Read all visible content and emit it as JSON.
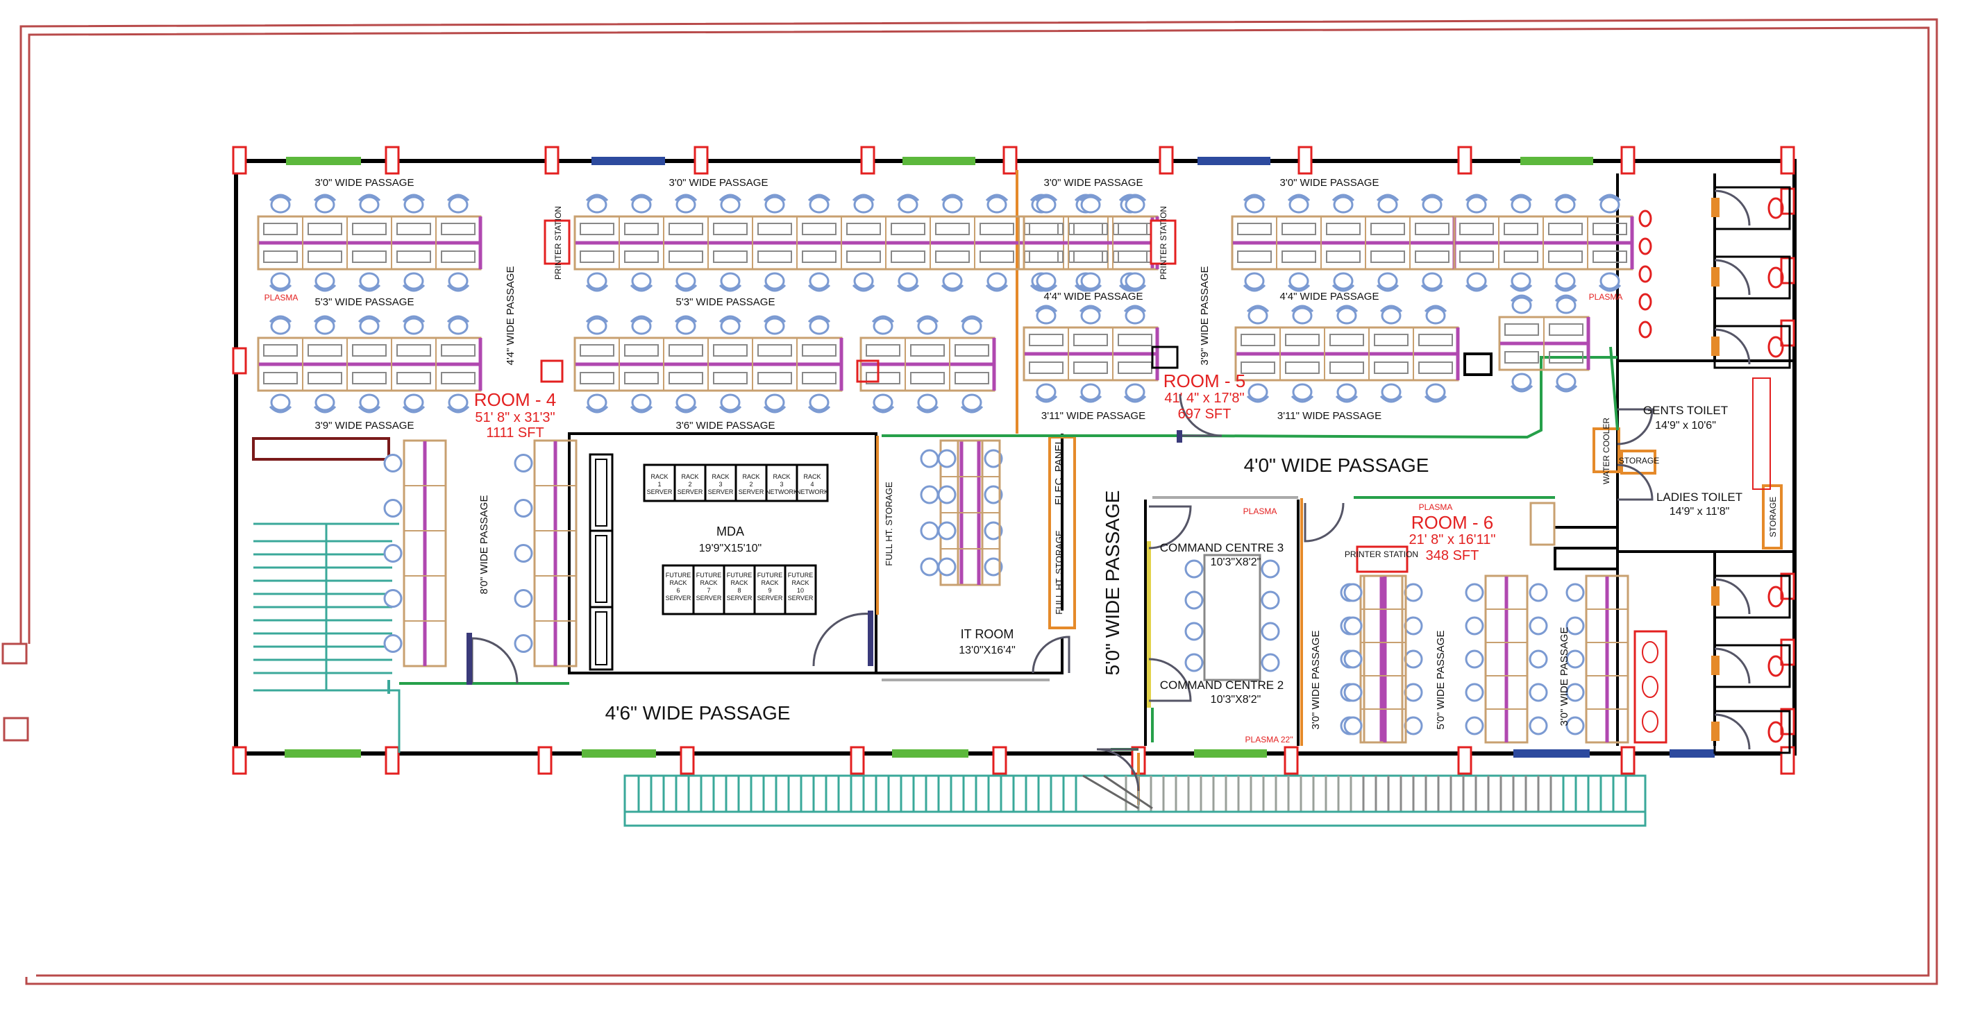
{
  "colors": {
    "wall": "#000000",
    "boundary": "#b84a4a",
    "column": "#e32020",
    "desk": "#c8a070",
    "partition": "#b048b0",
    "chair": "#7b9ad2",
    "stairs": "#3aa89a",
    "orange": "#e58a2a",
    "green_window": "#5cb83c",
    "blue_window": "#2d4a9e",
    "door": "#555566",
    "room_label": "#e32020"
  },
  "rooms": {
    "room4": {
      "title": "ROOM - 4",
      "size": "51' 8\" x 31'3\"",
      "area": "1111 SFT"
    },
    "room5": {
      "title": "ROOM - 5",
      "size": "41' 4\" x 17'8\"",
      "area": "697 SFT"
    },
    "room6": {
      "title": "ROOM - 6",
      "size": "21' 8\" x 16'11\"",
      "area": "348 SFT"
    },
    "mda": {
      "title": "MDA",
      "size": "19'9\"X15'10\""
    },
    "it_room": {
      "title": "IT ROOM",
      "size": "13'0\"X16'4\""
    },
    "cmd3": {
      "title": "COMMAND CENTRE 3",
      "size": "10'3\"X8'2\""
    },
    "cmd2": {
      "title": "COMMAND CENTRE 2",
      "size": "10'3\"X8'2\""
    },
    "gents": {
      "title": "GENTS TOILET",
      "size": "14'9\" x 10'6\""
    },
    "ladies": {
      "title": "LADIES TOILET",
      "size": "14'9\" x 11'8\""
    }
  },
  "passages": {
    "p_top_a": "3'0\" WIDE PASSAGE",
    "p_top_b": "3'0\" WIDE PASSAGE",
    "p_top_c": "3'0\" WIDE PASSAGE",
    "p_top_d": "3'0\" WIDE PASSAGE",
    "p_mid_a": "5'3\" WIDE PASSAGE",
    "p_mid_b": "5'3\" WIDE PASSAGE",
    "p_mid_c": "4'4\" WIDE PASSAGE",
    "p_mid_d": "4'4\" WIDE PASSAGE",
    "p_low_a": "3'9\" WIDE PASSAGE",
    "p_low_b": "3'6\" WIDE PASSAGE",
    "p_low_c": "3'11\" WIDE PASSAGE",
    "p_low_d": "3'11\" WIDE PASSAGE",
    "p_vert_44": "4'4\" WIDE PASSAGE",
    "p_vert_39": "3'9\" WIDE PASSAGE",
    "p_vert_80": "8'0\" WIDE PASSAGE",
    "p_40": "4'0\" WIDE PASSAGE",
    "p_46": "4'6\" WIDE PASSAGE",
    "p_50": "5'0\" WIDE PASSAGE",
    "p_30v_a": "3'0\" WIDE PASSAGE",
    "p_50v": "5'0\" WIDE PASSAGE",
    "p_30v_b": "3'0\" WIDE PASSAGE"
  },
  "equipment": {
    "printer1": "PRINTER STATION",
    "printer2": "PRINTER STATION",
    "printer3": "PRINTER STATION",
    "plasma_a": "PLASMA",
    "plasma_b": "PLASMA",
    "plasma_c": "PLASMA",
    "plasma_d": "PLASMA",
    "plasma_e": "PLASMA 22\"",
    "storage_full_a": "FULL HT. STORAGE",
    "storage_full_b": "FULL HT. STORAGE",
    "elec_panel": "ELEC. PANEL",
    "water_cooler": "WATER COOLER",
    "storage_a": "STORAGE",
    "storage_b": "STORAGE"
  },
  "racks": {
    "top": [
      "RACK 1 SERVER",
      "RACK 2 SERVER",
      "RACK 3 SERVER",
      "RACK 2 SERVER",
      "RACK 3 NETWORK",
      "RACK 4 NETWORK"
    ],
    "bottom": [
      "FUTURE RACK 6 SERVER",
      "FUTURE RACK 7 SERVER",
      "FUTURE RACK 8 SERVER",
      "FUTURE RACK 9 SERVER",
      "FUTURE RACK 10 SERVER"
    ]
  }
}
